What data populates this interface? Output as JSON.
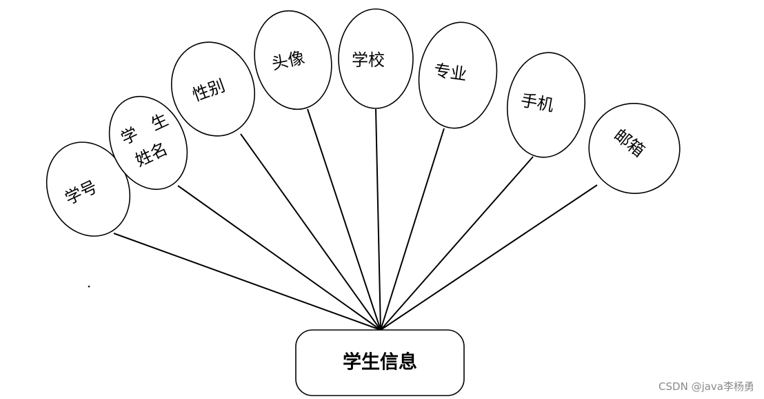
{
  "entity": {
    "label": "学生信息"
  },
  "attributes": [
    {
      "id": "student-id",
      "label": "学号"
    },
    {
      "id": "student-name",
      "label_lines": [
        "学　生",
        "姓名"
      ]
    },
    {
      "id": "gender",
      "label": "性别"
    },
    {
      "id": "avatar",
      "label": "头像"
    },
    {
      "id": "school",
      "label": "学校"
    },
    {
      "id": "major",
      "label": "专业"
    },
    {
      "id": "phone",
      "label": "手机"
    },
    {
      "id": "email",
      "label": "邮箱"
    }
  ],
  "watermark": {
    "text": "CSDN @java李杨勇"
  },
  "colors": {
    "stroke": "#000000",
    "background": "#ffffff",
    "watermark": "#8a8a8a"
  }
}
